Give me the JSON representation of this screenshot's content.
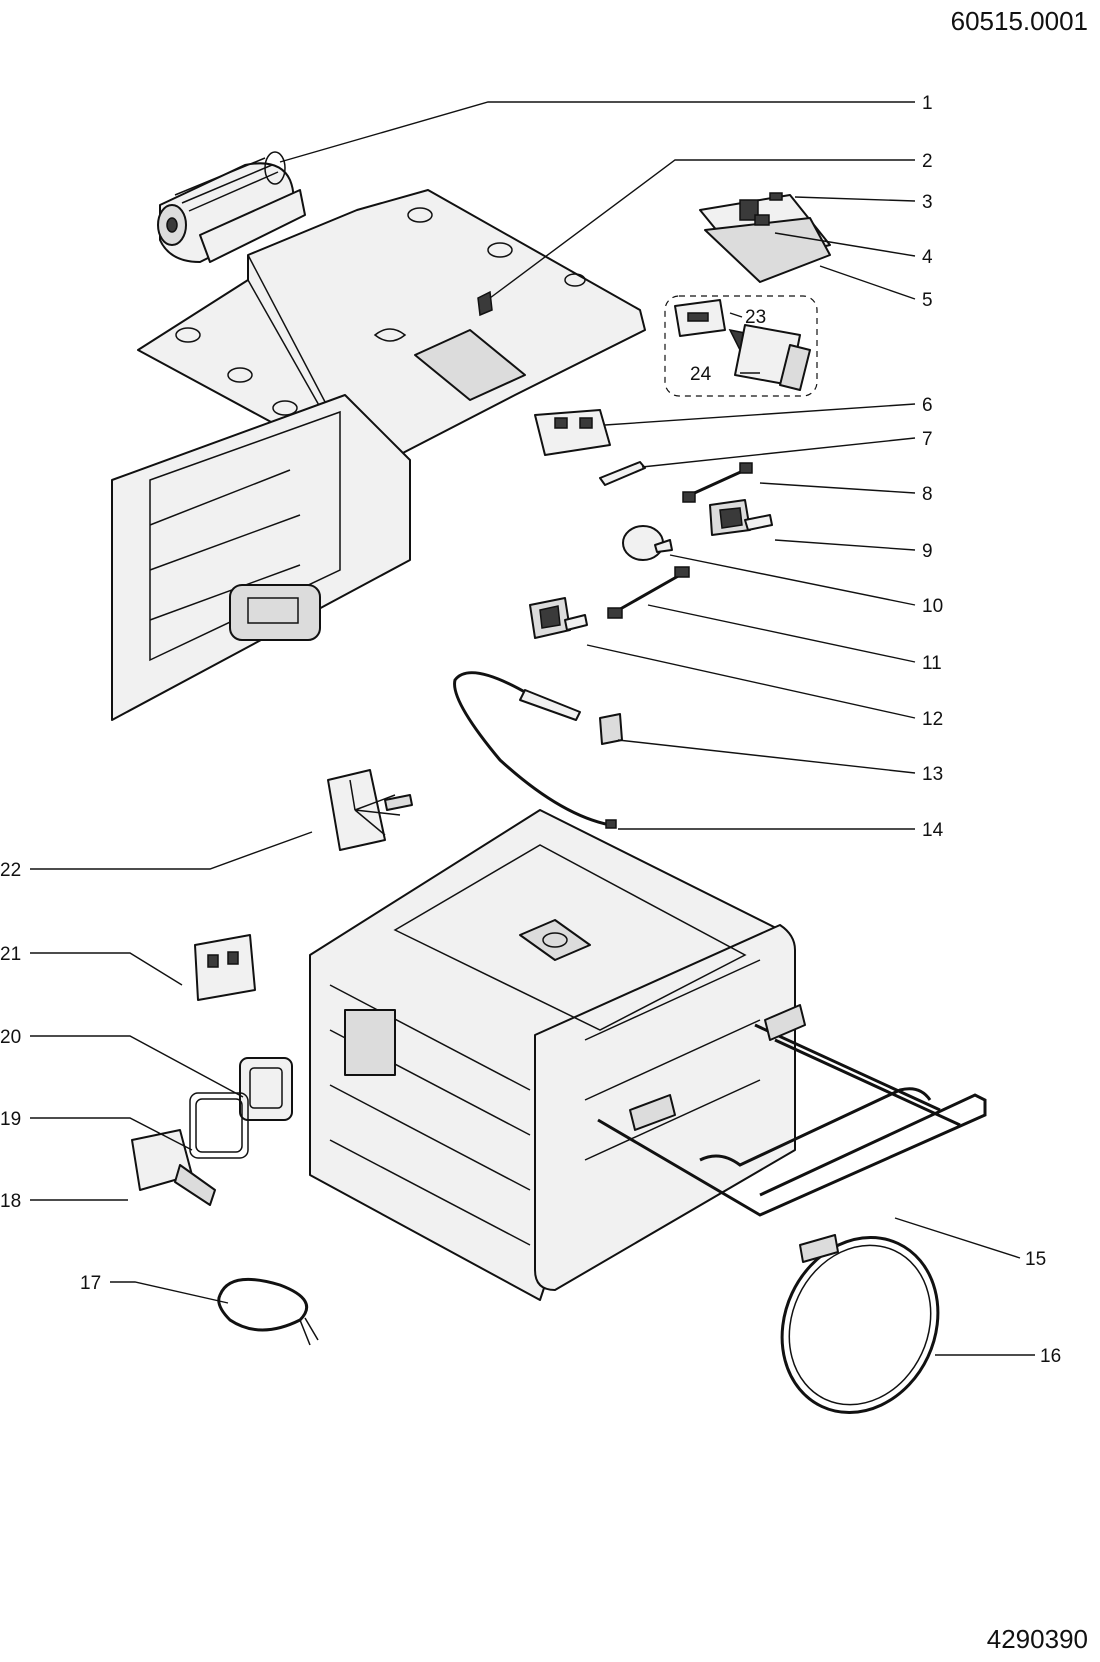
{
  "doc_ref_top": "60515.0001",
  "doc_ref_bottom": "4290390",
  "callouts": [
    {
      "n": "1"
    },
    {
      "n": "2"
    },
    {
      "n": "3"
    },
    {
      "n": "4"
    },
    {
      "n": "5"
    },
    {
      "n": "6"
    },
    {
      "n": "7"
    },
    {
      "n": "8"
    },
    {
      "n": "9"
    },
    {
      "n": "10"
    },
    {
      "n": "11"
    },
    {
      "n": "12"
    },
    {
      "n": "13"
    },
    {
      "n": "14"
    },
    {
      "n": "15"
    },
    {
      "n": "16"
    },
    {
      "n": "17"
    },
    {
      "n": "18"
    },
    {
      "n": "19"
    },
    {
      "n": "20"
    },
    {
      "n": "21"
    },
    {
      "n": "22"
    },
    {
      "n": "23"
    },
    {
      "n": "24"
    }
  ]
}
